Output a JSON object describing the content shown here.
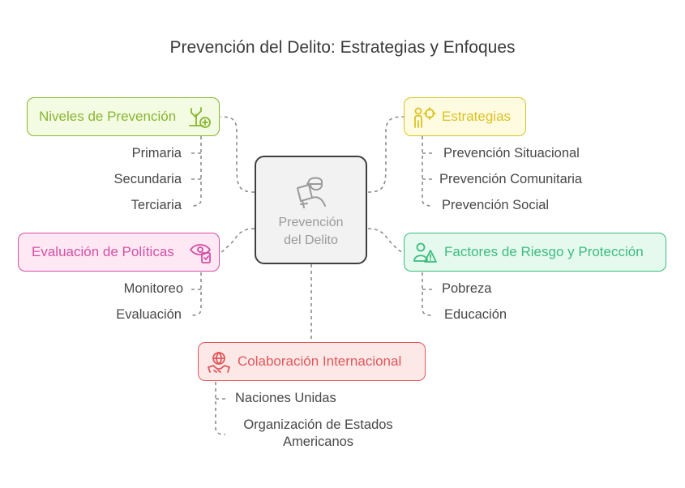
{
  "title": "Prevención del Delito: Estrategias y Enfoques",
  "center": {
    "line1": "Prevención",
    "line2": "del Delito",
    "icon": "thief-icon"
  },
  "branches": {
    "niveles": {
      "label": "Niveles de Prevención",
      "icon": "plant-shield-icon",
      "color": "#88b52f",
      "fill": "#f4fbe3",
      "items": [
        "Primaria",
        "Secundaria",
        "Terciaria"
      ]
    },
    "evaluacion": {
      "label": "Evaluación de Políticas",
      "icon": "eye-clipboard-icon",
      "color": "#d54fa5",
      "fill": "#fde8f4",
      "items": [
        "Monitoreo",
        "Evaluación"
      ]
    },
    "estrategias": {
      "label": "Estrategias",
      "icon": "person-target-icon",
      "color": "#d9c224",
      "fill": "#fffbe0",
      "items": [
        "Prevención Situacional",
        "Prevención Comunitaria",
        "Prevención Social"
      ]
    },
    "factores": {
      "label": "Factores de Riesgo y Protección",
      "icon": "person-warning-icon",
      "color": "#3bbd7e",
      "fill": "#e6f9ef",
      "items": [
        "Pobreza",
        "Educación"
      ]
    },
    "colaboracion": {
      "label": "Colaboración Internacional",
      "icon": "globe-handshake-icon",
      "color": "#e0585a",
      "fill": "#fde8e8",
      "items": [
        "Naciones Unidas",
        "Organización de Estados",
        "Americanos"
      ]
    }
  }
}
